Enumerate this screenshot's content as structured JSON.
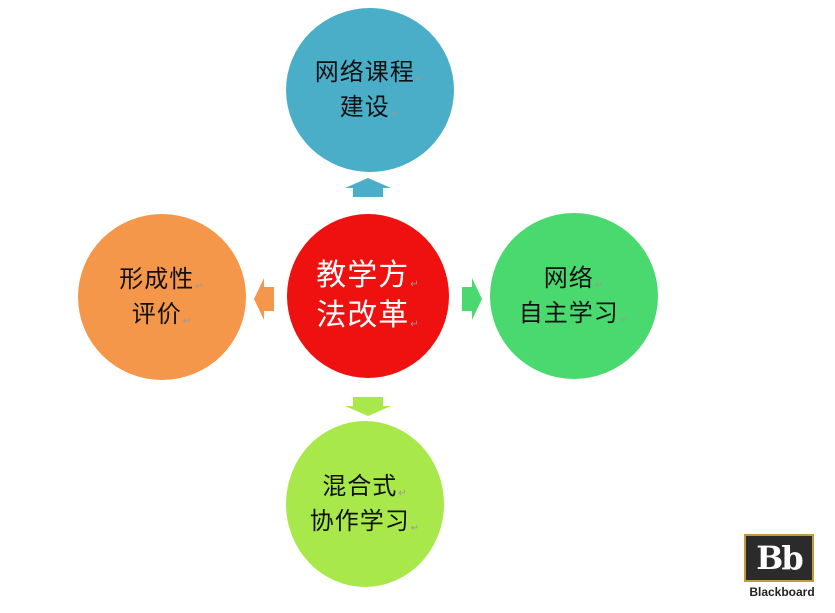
{
  "diagram": {
    "center": {
      "lines": [
        "教学方",
        "法改革"
      ],
      "color": "#ef1010"
    },
    "top": {
      "lines": [
        "网络课程",
        "建设"
      ],
      "color": "#4aaec8"
    },
    "left": {
      "lines": [
        "形成性",
        "评价"
      ],
      "color": "#f4974a"
    },
    "right": {
      "lines": [
        "网络",
        "自主学习"
      ],
      "color": "#4ad96e"
    },
    "bottom": {
      "lines": [
        "混合式",
        "协作学习"
      ],
      "color": "#a8e84a"
    }
  },
  "logo": {
    "mark": "Bb",
    "name": "Blackboard"
  }
}
